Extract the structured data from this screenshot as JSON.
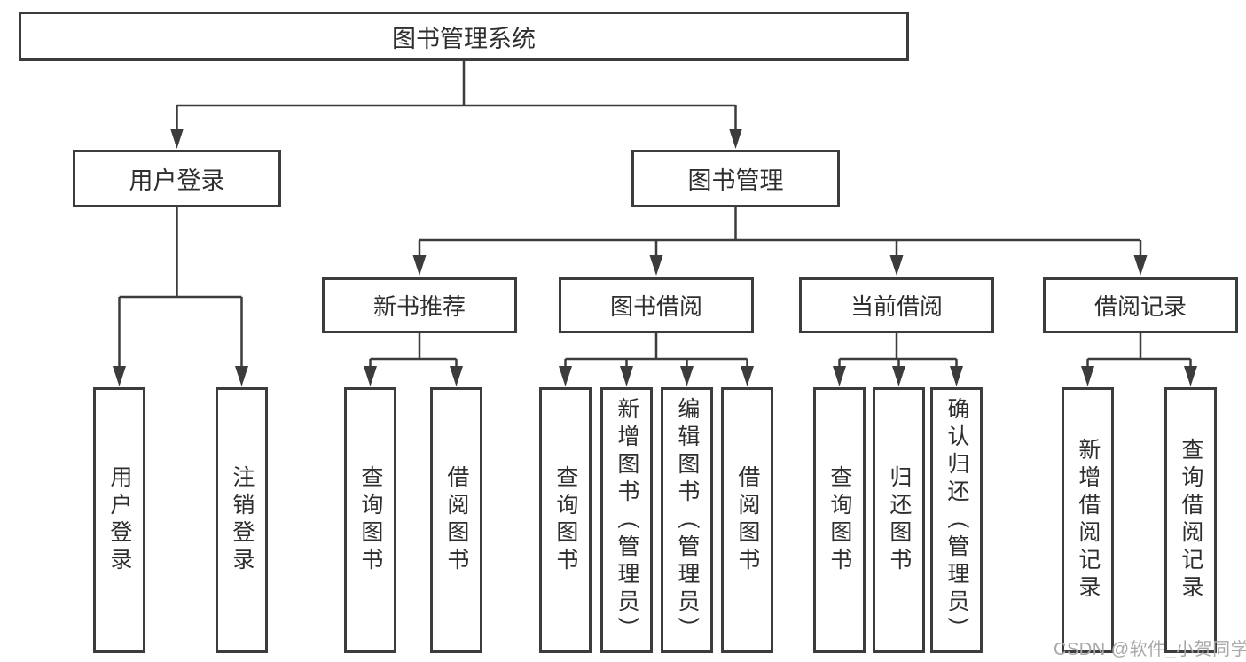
{
  "tree": {
    "root": {
      "label": "图书管理系统"
    },
    "branches": [
      {
        "label": "用户登录",
        "leaves": [
          "用户登录",
          "注销登录"
        ]
      },
      {
        "label": "图书管理",
        "sections": [
          {
            "label": "新书推荐",
            "leaves": [
              "查询图书",
              "借阅图书"
            ]
          },
          {
            "label": "图书借阅",
            "leaves": [
              "查询图书",
              "新增图书（管理员）",
              "编辑图书（管理员）",
              "借阅图书"
            ]
          },
          {
            "label": "当前借阅",
            "leaves": [
              "查询图书",
              "归还图书",
              "确认归还（管理员）"
            ]
          },
          {
            "label": "借阅记录",
            "leaves": [
              "新增借阅记录",
              "查询借阅记录"
            ]
          }
        ]
      }
    ]
  },
  "watermark": {
    "text": "CSDN @软件_小贺同学"
  },
  "colors": {
    "line": "#3c3c3c",
    "box_border": "#3c3c3c",
    "text": "#2e2e2e",
    "watermark": "#a9a9a9",
    "background": "#ffffff"
  }
}
